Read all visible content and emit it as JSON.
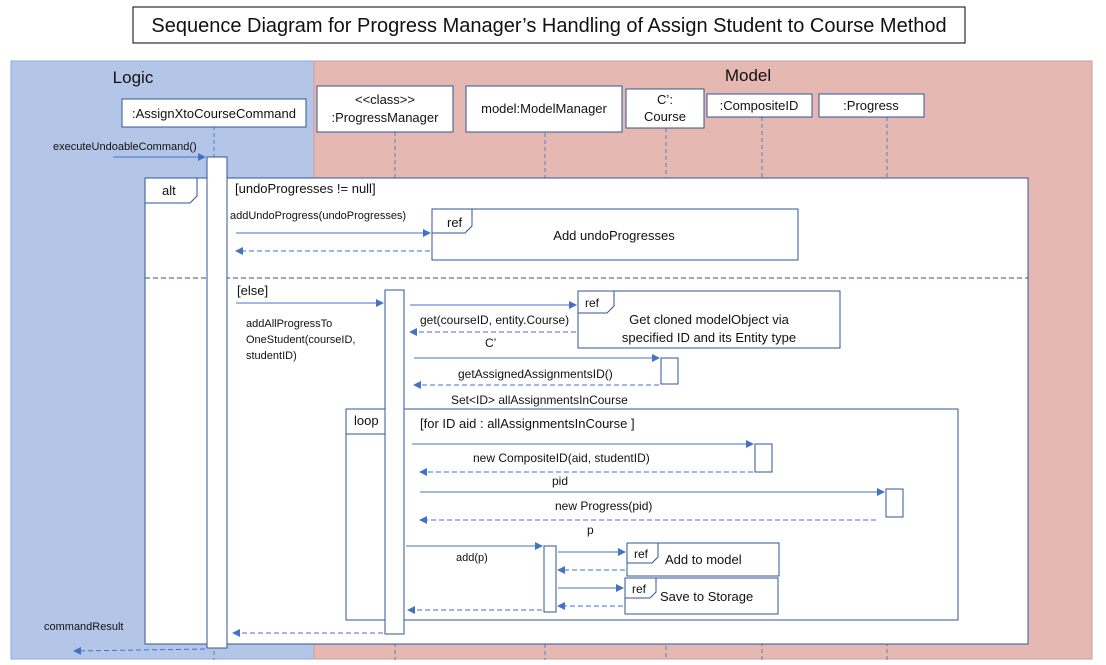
{
  "title": "Sequence Diagram for Progress Manager’s Handling of Assign Student to Course Method",
  "regions": {
    "logic": "Logic",
    "model": "Model"
  },
  "colors": {
    "logic_bg": "#b4c6e7",
    "model_bg": "#e6b8b2",
    "arrow": "#4472c4",
    "lifeline": "#5b7fbf"
  },
  "lifelines": {
    "assign": ":AssignXtoCourseCommand",
    "pm_line1": "<<class>>",
    "pm_line2": ":ProgressManager",
    "model": "model:ModelManager",
    "course_line1": "C’:",
    "course_line2": "Course",
    "cid": ":CompositeID",
    "progress": ":Progress"
  },
  "fragments": {
    "alt_label": "alt",
    "alt_guard": "[undoProgresses != null]",
    "else_guard": "[else]",
    "loop_label": "loop",
    "loop_guard": "[for ID aid : allAssignmentsInCourse ]"
  },
  "refs": {
    "ref_label": "ref",
    "add_undo": "Add undoProgresses",
    "get_cloned_1": "Get cloned modelObject via",
    "get_cloned_2": "specified ID and its Entity type",
    "add_to_model": "Add to model",
    "save_storage": "Save to Storage"
  },
  "messages": {
    "execute": "executeUndoableCommand()",
    "add_undo_progress": "addUndoProgress(undoProgresses)",
    "add_all_1": "addAllProgressTo",
    "add_all_2": "OneStudent(courseID,",
    "add_all_3": "studentID)",
    "get": "get(courseID, entity.Course)",
    "c_return": "C’",
    "get_assigned": "getAssignedAssignmentsID()",
    "set_return": "Set<ID> allAssignmentsInCourse",
    "new_cid": "new CompositeID(aid, studentID)",
    "pid": "pid",
    "new_progress": "new Progress(pid)",
    "p": "p",
    "add_p": "add(p)",
    "command_result": "commandResult"
  }
}
